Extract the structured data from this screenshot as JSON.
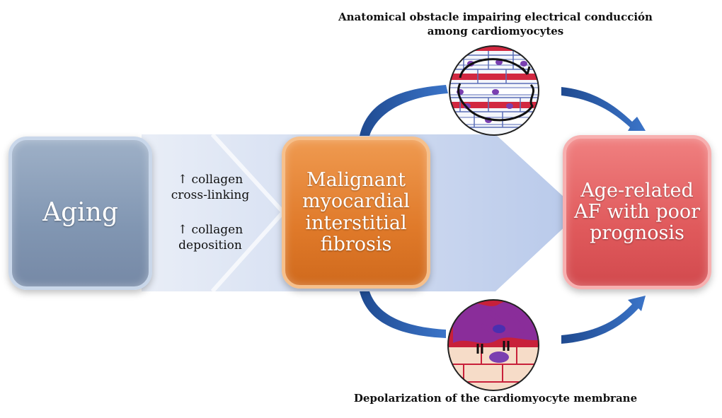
{
  "nodes": {
    "aging": "Aging",
    "fibrosis": "Malignant myocardial interstitial fibrosis",
    "af": "Age-related AF with poor prognosis"
  },
  "mechanisms": {
    "line1": "↑ collagen",
    "line2": "cross-linking",
    "line3": "↑ collagen",
    "line4": "deposition"
  },
  "top_caption": {
    "line1": "Anatomical obstacle impairing electrical conducción",
    "line2": "among cardiomyocytes"
  },
  "bottom_caption": "Depolarization of the cardiomyocyte membrane",
  "colors": {
    "aging": "#8196b2",
    "fibrosis": "#e07a2a",
    "af": "#e05a5c",
    "curved_arrows": "#2f5fa8",
    "cardiomyocyte_red": "#d22840",
    "nucleus_purple": "#7a3fb0"
  }
}
